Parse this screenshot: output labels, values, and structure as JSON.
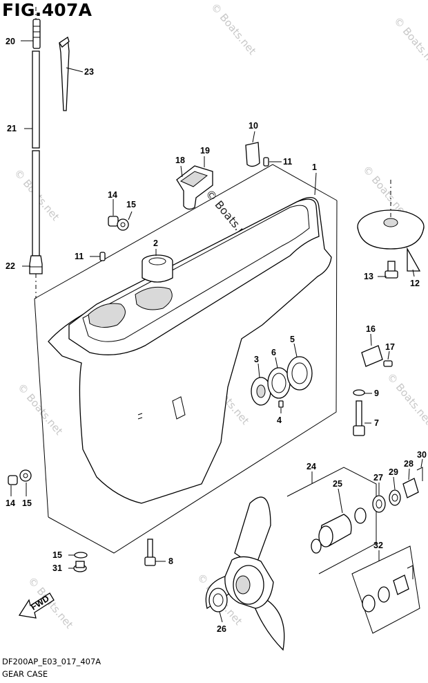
{
  "figure": {
    "title": "FIG.407A",
    "code": "DF200AP_E03_017_407A",
    "name": "GEAR CASE"
  },
  "watermark": "© Boats.net",
  "callouts": [
    "20",
    "23",
    "21",
    "22",
    "14",
    "15",
    "11",
    "2",
    "18",
    "19",
    "10",
    "11",
    "1",
    "14",
    "15",
    "13",
    "12",
    "16",
    "17",
    "3",
    "6",
    "5",
    "9",
    "7",
    "4",
    "8",
    "15",
    "31",
    "24",
    "25",
    "27",
    "29",
    "28",
    "30",
    "32",
    "26"
  ],
  "fwd_label": "FWD"
}
